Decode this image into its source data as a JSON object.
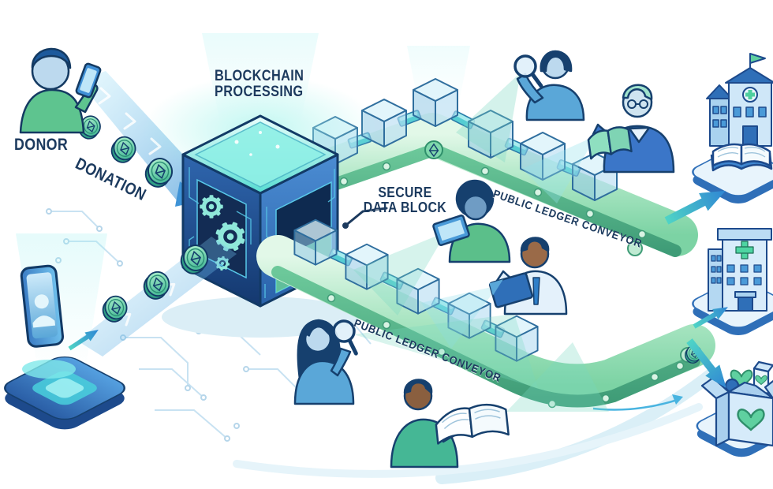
{
  "title": "Blockchain Donation Flow Illustration",
  "labels": {
    "donor": "DONOR",
    "donation": "DONATION",
    "blockchain_processing": "BLOCKCHAIN PROCESSING",
    "secure_data_block": "SECURE DATA BLOCK",
    "public_ledger_conveyor_top": "PUBLIC LEDGER CONVEYOR",
    "public_ledger_conveyor_bottom": "PUBLIC LEDGER CONVEYOR"
  },
  "colors": {
    "label_navy": "#1c3a5e",
    "outline_navy": "#16406e",
    "cube_blue": "#2f6fb8",
    "glow_cyan": "#7fe8e0",
    "conveyor_green": "#8fdcae",
    "arrow_teal_blue": "#35aadf",
    "coin_green": "#5ecba8",
    "shirt_green": "#5ec48f",
    "background": "#ffffff"
  },
  "icons": {
    "ethereum_coin": "eth-diamond",
    "gears": "gear-cluster",
    "magnifier": "magnifying-glass",
    "open_book": "book",
    "heart": "heart",
    "medical_cross": "green-plus"
  }
}
